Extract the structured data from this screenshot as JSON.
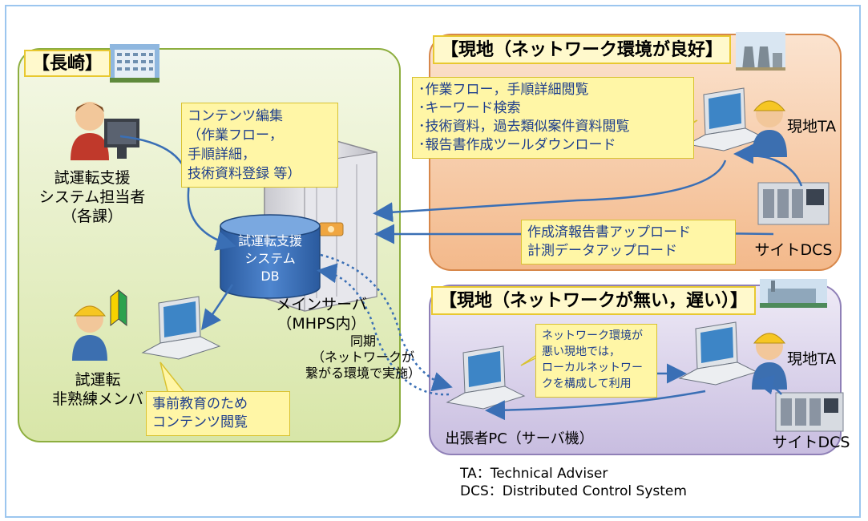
{
  "nagasaki": {
    "title": "【長崎】"
  },
  "site_good": {
    "title": "【現地（ネットワーク環境が良好】"
  },
  "site_bad": {
    "title": "【現地（ネットワークが無い，遅い）】"
  },
  "notes": {
    "content_edit": [
      "コンテンツ編集",
      "（作業フロー，",
      "手順詳細，",
      "技術資料登録 等）"
    ],
    "functions": [
      "･作業フロー，手順詳細閲覧",
      "･キーワード検索",
      "･技術資料，過去類似案件資料閲覧",
      "･報告書作成ツールダウンロード"
    ],
    "upload": [
      "作成済報告書アップロード",
      "計測データアップロード"
    ],
    "pre_education": [
      "事前教育のため",
      "コンテンツ閲覧"
    ],
    "local_network": [
      "ネットワーク環境が",
      "悪い現地では，",
      "ローカルネットワー",
      "クを構成して利用"
    ]
  },
  "labels": {
    "admin": [
      "試運転支援",
      "システム担当者",
      "（各課）"
    ],
    "novice": [
      "試運転",
      "非熟練メンバ"
    ],
    "db": [
      "試運転支援",
      "システム",
      "DB"
    ],
    "main_server": [
      "メインサーバ",
      "（MHPS内）"
    ],
    "sync": [
      "同期",
      "（ネットワークが",
      "繋がる環境で実施）"
    ],
    "site_ta_1": "現地TA",
    "site_ta_2": "現地TA",
    "site_dcs_1": "サイトDCS",
    "site_dcs_2": "サイトDCS",
    "trip_pc": "出張者PC（サーバ機）"
  },
  "legend": [
    "TA：Technical Adviser",
    "DCS：Distributed Control System"
  ],
  "colors": {
    "arrow": "#3a6fb5",
    "db": "#2e62a8"
  }
}
